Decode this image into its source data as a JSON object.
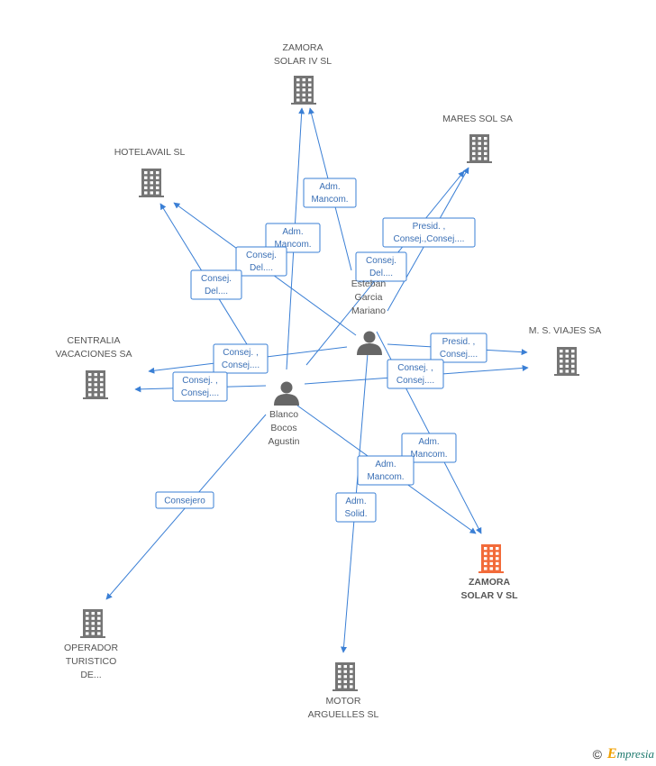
{
  "nodes": [
    {
      "id": "zamora4",
      "type": "company",
      "lines": [
        "ZAMORA",
        "SOLAR IV SL"
      ]
    },
    {
      "id": "mares",
      "type": "company",
      "lines": [
        "MARES SOL SA"
      ]
    },
    {
      "id": "hotelavail",
      "type": "company",
      "lines": [
        "HOTELAVAIL SL"
      ]
    },
    {
      "id": "centralia",
      "type": "company",
      "lines": [
        "CENTRALIA",
        "VACACIONES SA"
      ]
    },
    {
      "id": "msviajes",
      "type": "company",
      "lines": [
        "M. S. VIAJES SA"
      ]
    },
    {
      "id": "zamora5",
      "type": "company-focus",
      "lines": [
        "ZAMORA",
        "SOLAR V SL"
      ]
    },
    {
      "id": "operador",
      "type": "company",
      "lines": [
        "OPERADOR",
        "TURISTICO",
        "DE..."
      ]
    },
    {
      "id": "motor",
      "type": "company",
      "lines": [
        "MOTOR",
        "ARGUELLES SL"
      ]
    },
    {
      "id": "esteban",
      "type": "person",
      "lines": [
        "Esteban",
        "Garcia",
        "Mariano"
      ]
    },
    {
      "id": "blanco",
      "type": "person",
      "lines": [
        "Blanco",
        "Bocos",
        "Agustin"
      ]
    }
  ],
  "edges": [
    {
      "from": "esteban",
      "to": "zamora4",
      "label": [
        "Adm.",
        "Mancom."
      ]
    },
    {
      "from": "blanco",
      "to": "zamora4",
      "label": [
        "Adm.",
        "Mancom."
      ]
    },
    {
      "from": "esteban",
      "to": "mares",
      "label": [
        "Presid. ,",
        "Consej.,Consej...."
      ]
    },
    {
      "from": "esteban",
      "to": "mares",
      "label": [
        "Consej.",
        "Del...."
      ]
    },
    {
      "from": "esteban",
      "to": "hotelavail",
      "label": [
        "Consej.",
        "Del...."
      ]
    },
    {
      "from": "blanco",
      "to": "hotelavail",
      "label": [
        "Consej.",
        "Del...."
      ]
    },
    {
      "from": "esteban",
      "to": "centralia",
      "label": [
        "Consej. ,",
        "Consej...."
      ]
    },
    {
      "from": "blanco",
      "to": "centralia",
      "label": [
        "Consej. ,",
        "Consej...."
      ]
    },
    {
      "from": "esteban",
      "to": "msviajes",
      "label": [
        "Presid. ,",
        "Consej...."
      ]
    },
    {
      "from": "blanco",
      "to": "msviajes",
      "label": [
        "Consej. ,",
        "Consej...."
      ]
    },
    {
      "from": "esteban",
      "to": "zamora5",
      "label": [
        "Adm.",
        "Mancom."
      ]
    },
    {
      "from": "blanco",
      "to": "zamora5",
      "label": [
        "Adm.",
        "Mancom."
      ]
    },
    {
      "from": "esteban",
      "to": "motor",
      "label": [
        "Adm.",
        "Solid."
      ]
    },
    {
      "from": "blanco",
      "to": "operador",
      "label": [
        "Consejero"
      ]
    }
  ],
  "footer": {
    "copyright": "©",
    "brand_initial": "E",
    "brand_rest": "mpresia"
  },
  "colors": {
    "edge": "#3a7fd5",
    "company_icon": "#757575",
    "focus_icon": "#f26b3a",
    "person_icon": "#666666"
  }
}
